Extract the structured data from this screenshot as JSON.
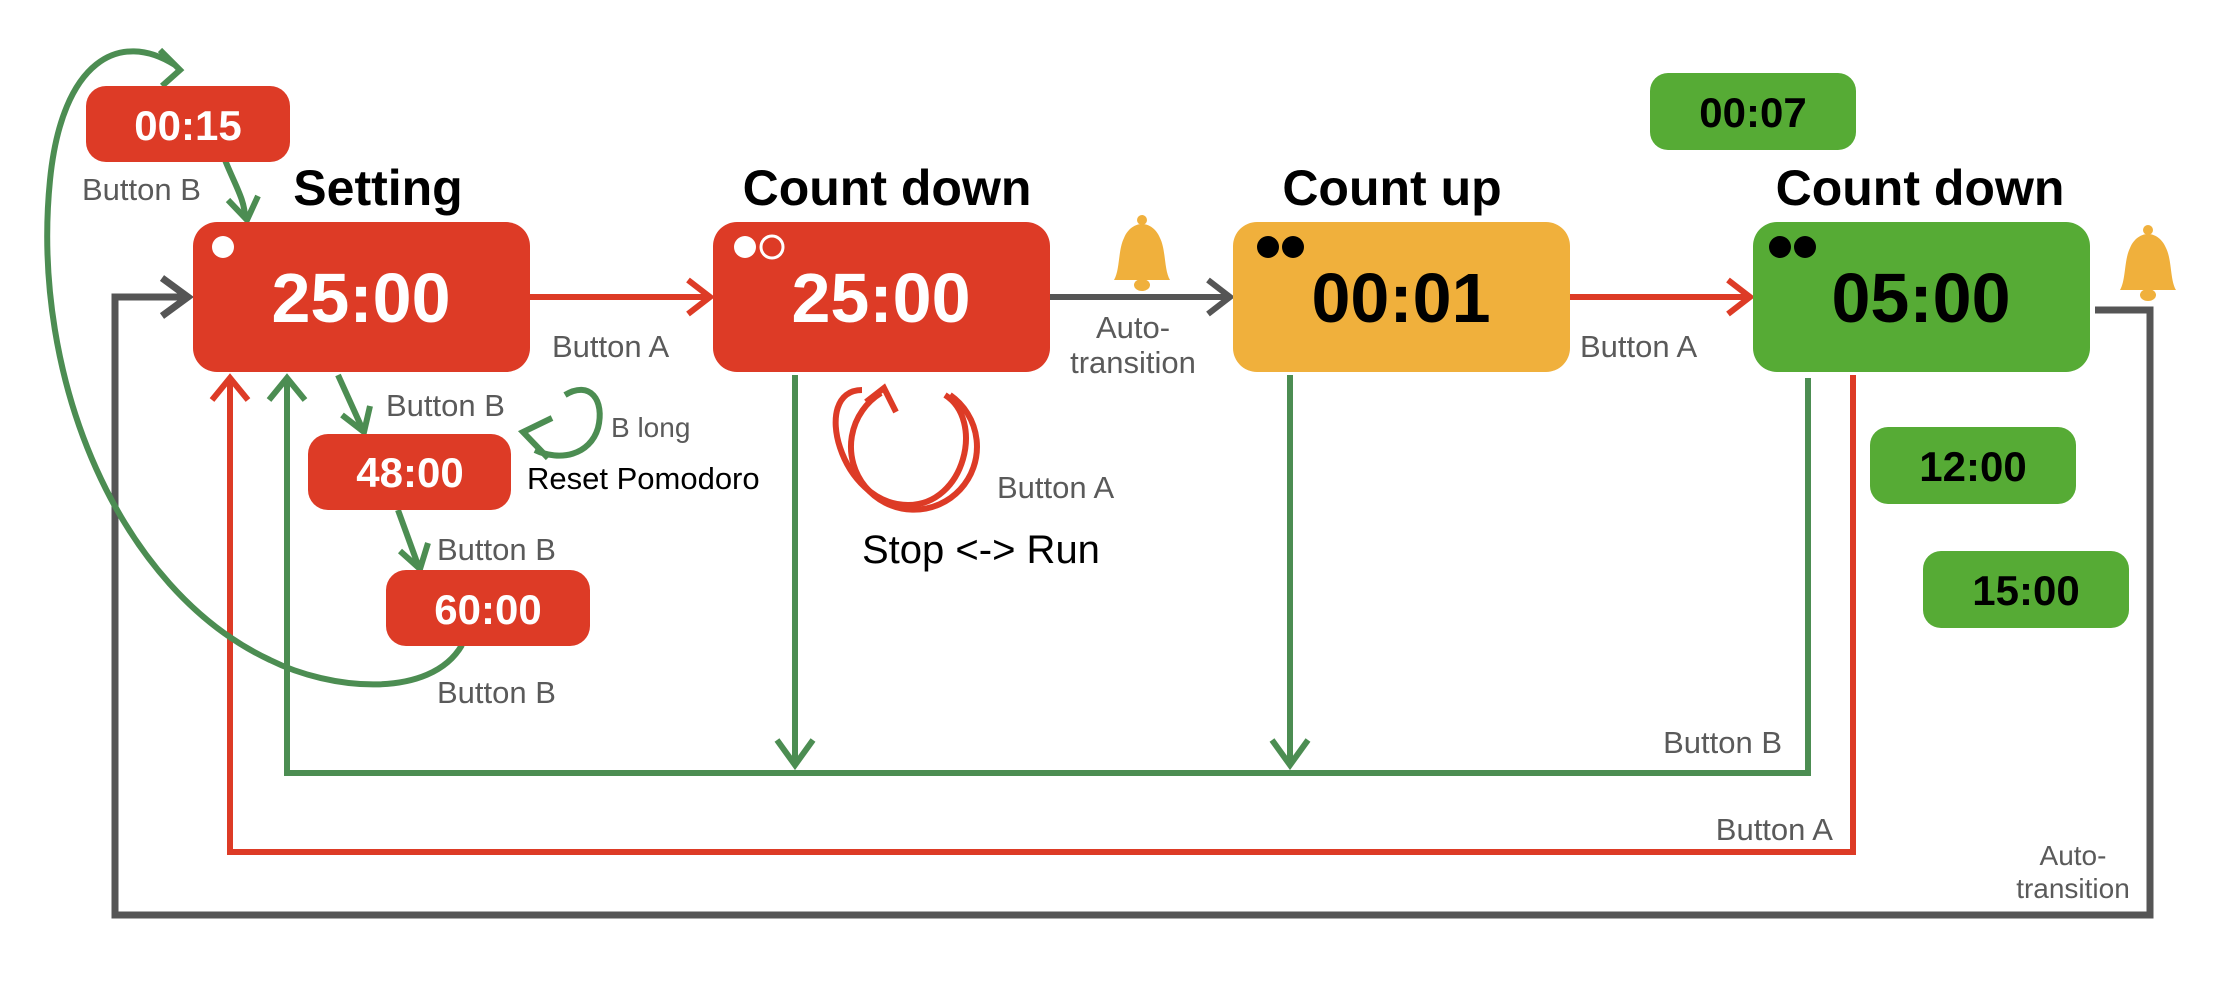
{
  "colors": {
    "red": "#DD3B26",
    "green": "#4C8D52",
    "green_fill": "#56AB35",
    "amber": "#F0B03C",
    "gray": "#555555",
    "bell": "#F0B03C"
  },
  "states": [
    {
      "heading": "Setting",
      "time": "25:00",
      "indicator": "one-filled-dot"
    },
    {
      "heading": "Count down",
      "time": "25:00",
      "indicator": "filled-dot-and-hollow-dot"
    },
    {
      "heading": "Count up",
      "time": "00:01",
      "indicator": "two-black-dots"
    },
    {
      "heading": "Count down",
      "time": "05:00",
      "indicator": "two-black-dots"
    }
  ],
  "setting_options": {
    "first": "00:15",
    "second": "48:00",
    "third": "60:00"
  },
  "break_options": {
    "top": "00:07",
    "middle": "12:00",
    "bottom": "15:00"
  },
  "labels": {
    "button_a_1": "Button A",
    "button_a_2": "Button A",
    "button_a_loop": "Button A",
    "button_a_return": "Button A",
    "button_b_1": "Button B",
    "button_b_2": "Button B",
    "button_b_3": "Button B",
    "button_b_4": "Button B",
    "button_b_return": "Button B",
    "b_long": "B long",
    "reset_pomodoro": "Reset Pomodoro",
    "stop_run": "Stop <-> Run",
    "auto_transition_1_line1": "Auto-",
    "auto_transition_1_line2": "transition",
    "auto_transition_2_line1": "Auto-",
    "auto_transition_2_line2": "transition"
  },
  "icons": [
    "bell-icon",
    "bell-icon"
  ]
}
